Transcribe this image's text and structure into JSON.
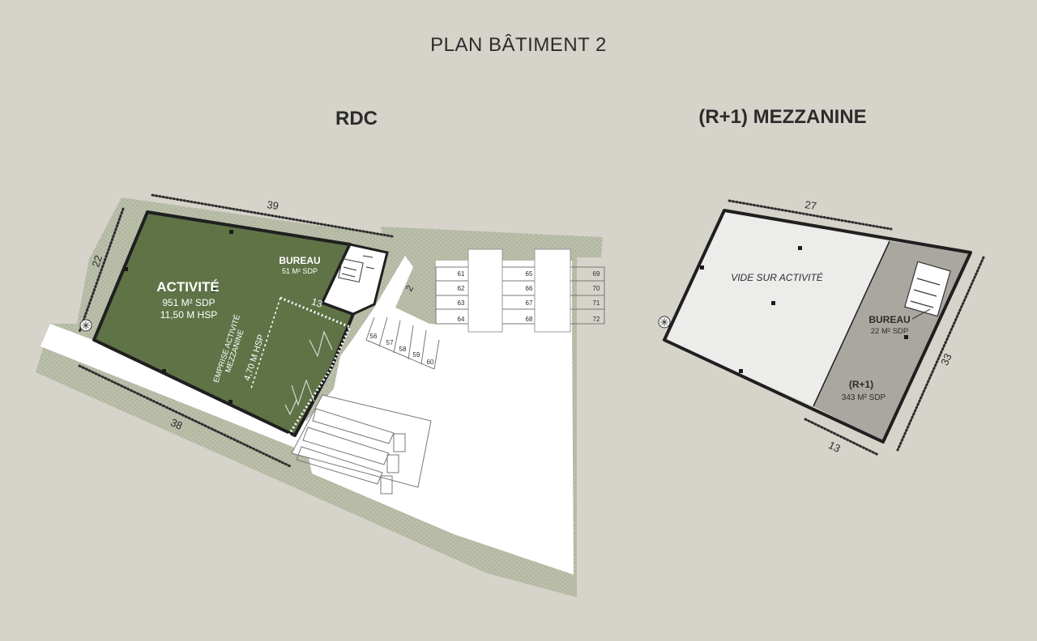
{
  "page_title": "PLAN BÂTIMENT 2",
  "rdc": {
    "heading": "RDC",
    "activite": {
      "title": "ACTIVITÉ",
      "area": "951 M² SDP",
      "height": "11,50 M HSP"
    },
    "bureau": {
      "title": "BUREAU",
      "area": "51 M² SDP"
    },
    "mezzanine_zone": {
      "line1": "EMPRISE ACTIVITÉ",
      "line2": "MEZZANINE",
      "height": "4,70 M HSP"
    },
    "dimensions": {
      "top": "39",
      "left": "22",
      "bottom": "38",
      "mezz_width": "13",
      "office_side": "2"
    },
    "parking_right": [
      "61",
      "62",
      "63",
      "64",
      "65",
      "66",
      "67",
      "68",
      "69",
      "70",
      "71",
      "72"
    ],
    "parking_diag": [
      "56",
      "57",
      "58",
      "59",
      "60"
    ]
  },
  "mezzanine": {
    "heading": "(R+1) MEZZANINE",
    "void_label": "VIDE SUR ACTIVITÉ",
    "bureau": {
      "title": "BUREAU",
      "area": "22 M² SDP"
    },
    "r1": {
      "title": "(R+1)",
      "area": "343 M² SDP"
    },
    "dimensions": {
      "top": "27",
      "right": "33",
      "bottom": "13"
    }
  },
  "colors": {
    "background": "#d6d3ca",
    "activity_green": "#5f7347",
    "landscape": "#b3b8a3",
    "void_grey": "#ececeb",
    "mezzanine_grey": "#aaa7a1"
  }
}
